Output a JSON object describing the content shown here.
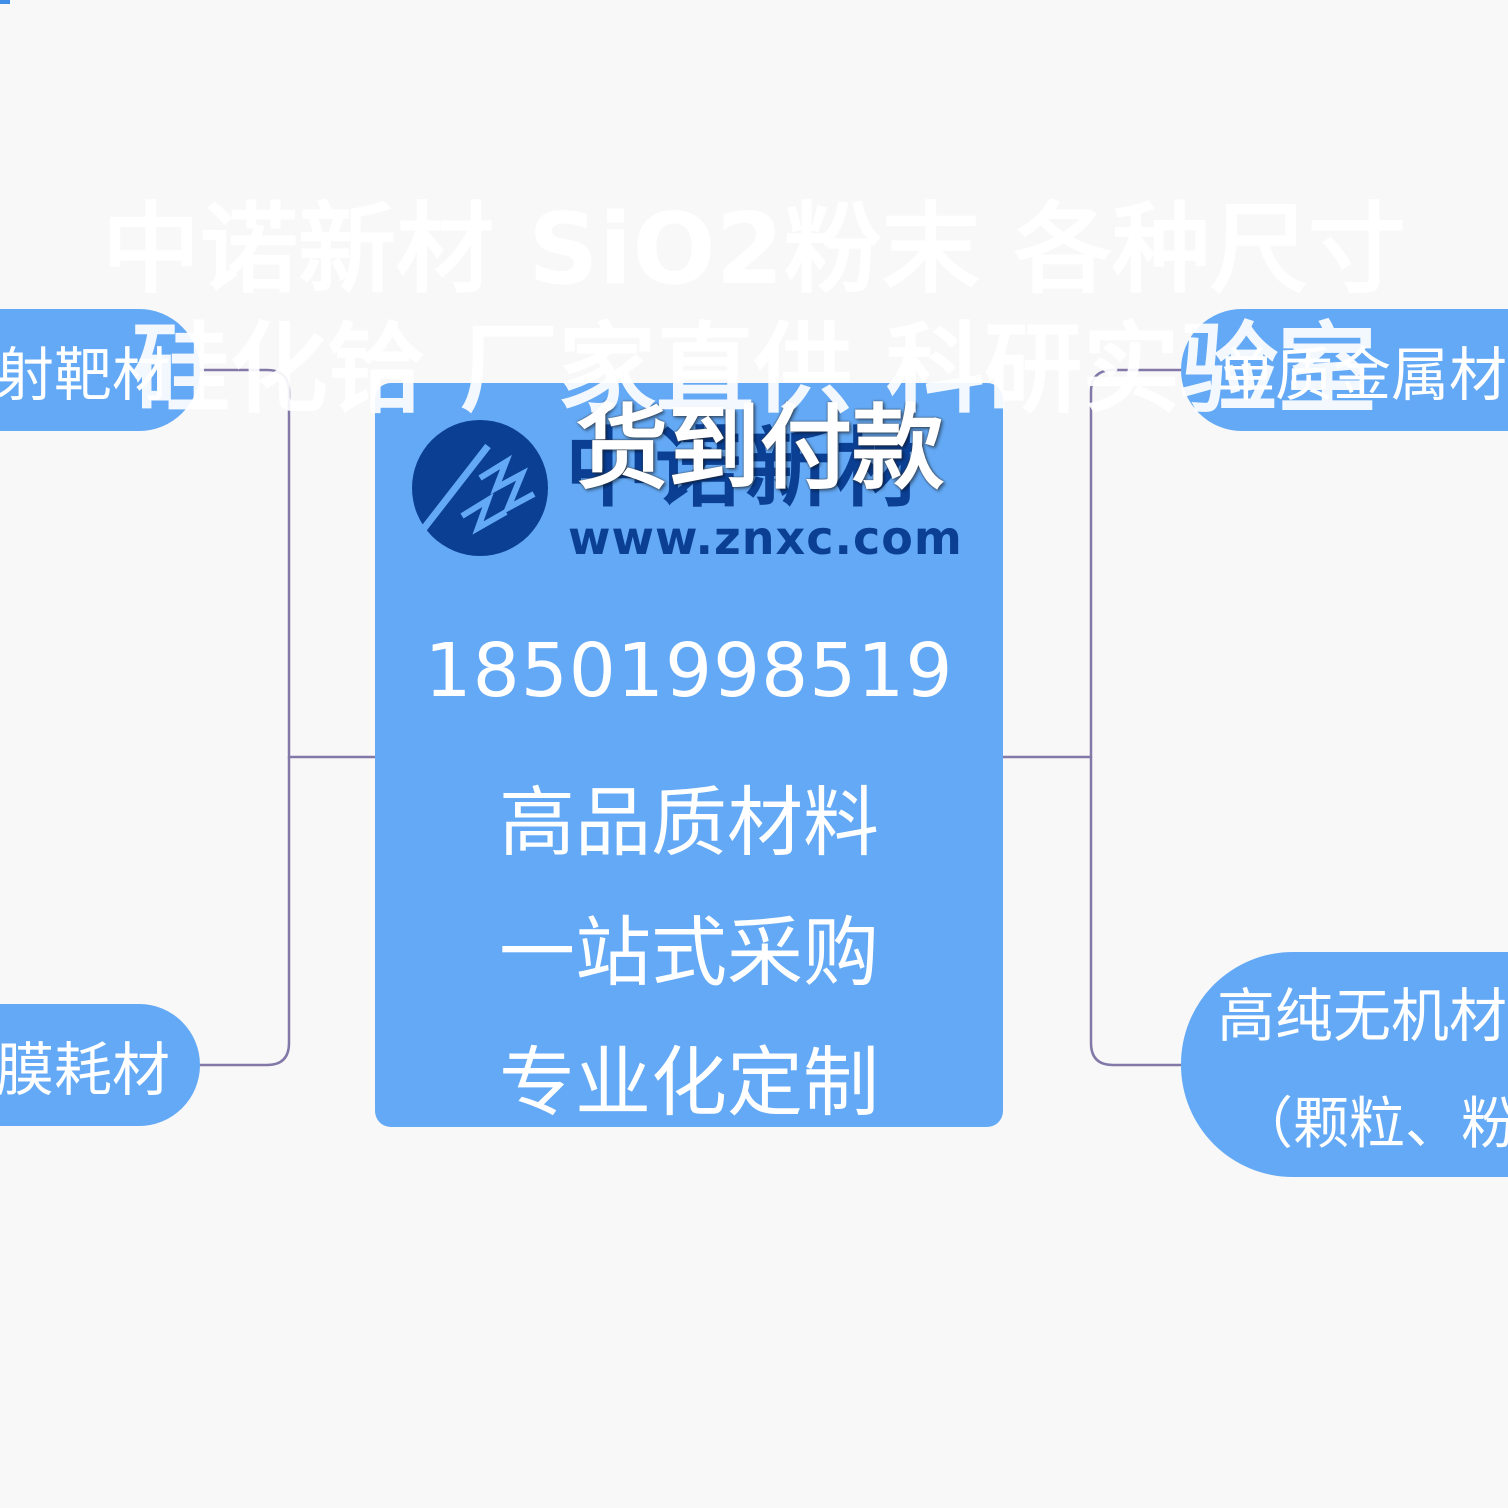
{
  "diagram": {
    "center": {
      "logo": {
        "brand_text": "中诺新材",
        "url_text": "www.znxc.com"
      },
      "overlay_text": "货到付款",
      "phone": "18501998519",
      "lines": [
        "高品质材料",
        "一站式采购",
        "专业化定制"
      ]
    },
    "branches": {
      "top_left": "射靶材",
      "bottom_left": "膜耗材",
      "top_right": "单质金属材",
      "bottom_right_line1": "高纯无机材",
      "bottom_right_line2": "（颗粒、粉"
    },
    "colors": {
      "background": "#f8f8f8",
      "node_fill": "#64a9f5",
      "connector": "#8379a8",
      "logo_blue": "#0a3f94"
    }
  },
  "watermark": {
    "line1": "中诺新材 SiO2粉末 各种尺寸",
    "line2": "硅化铪 厂家直供 科研实验室"
  }
}
